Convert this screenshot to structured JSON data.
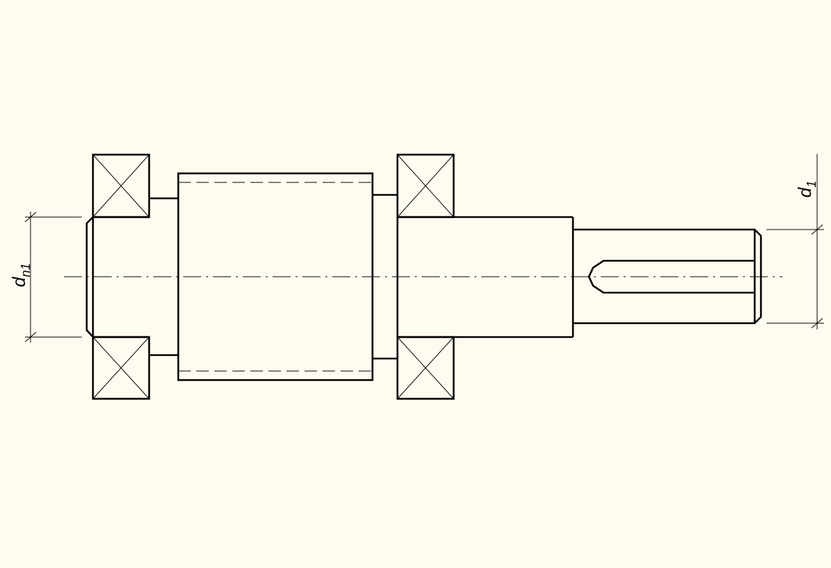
{
  "drawing": {
    "background_color": "#fffbf0",
    "line_color": "#000000",
    "dimensions": {
      "left": {
        "symbol": "d",
        "subscript": "n1"
      },
      "right": {
        "symbol": "d",
        "subscript": "1"
      }
    }
  }
}
